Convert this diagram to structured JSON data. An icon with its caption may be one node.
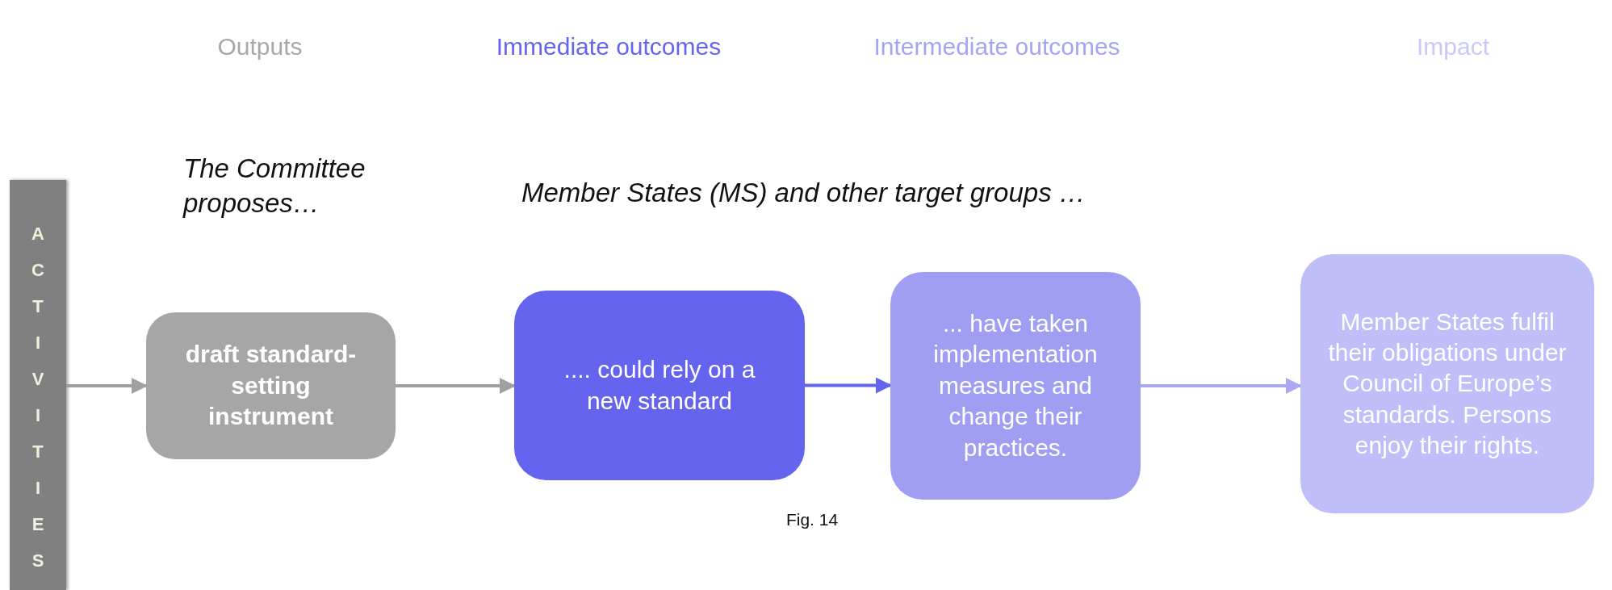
{
  "diagram": {
    "caption": "Fig. 14",
    "nodes": [
      {
        "text": [
          "ACTIVITIES"
        ]
      },
      {
        "text": [
          "draft standard-setting instrument"
        ]
      },
      {
        "text": [
          ".... could rely on a new standard"
        ]
      },
      {
        "text": [
          "... have taken implementation measures and change their practices."
        ]
      },
      {
        "text": [
          "Member States fulfil their obligations under Council of Europe’s standards. Persons enjoy their rights."
        ]
      }
    ],
    "edges": [
      {
        "from": 0,
        "to": 1,
        "arrow": "to"
      },
      {
        "from": 1,
        "to": 2,
        "arrow": "to"
      },
      {
        "from": 2,
        "to": 3,
        "arrow": "to",
        "color": "#6464ee"
      },
      {
        "from": 3,
        "to": 4,
        "arrow": "to",
        "color": "#aaa8f2"
      }
    ],
    "labels": [
      "Outputs",
      "Immediate outcomes",
      "Intermediate outcomes",
      "Impact",
      "The Committee proposes…",
      "Member States (MS) and other target groups …"
    ]
  }
}
